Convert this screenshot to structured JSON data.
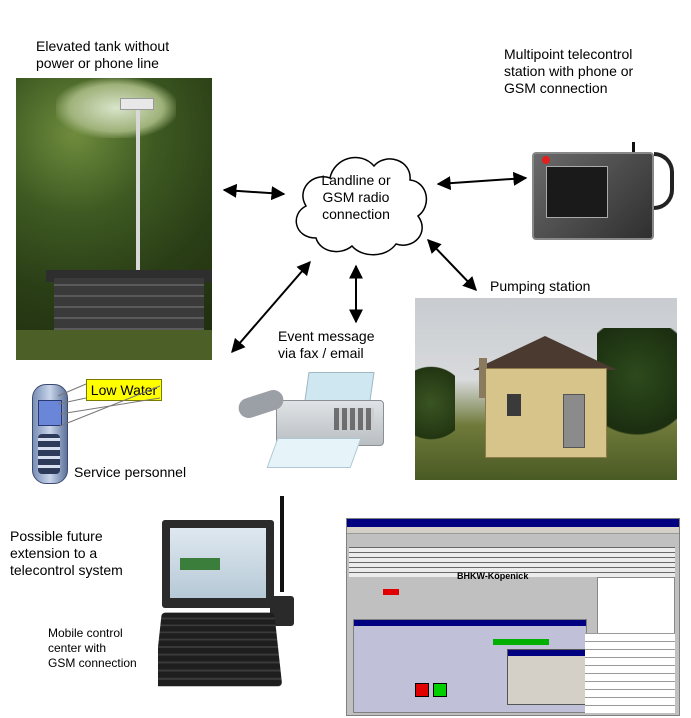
{
  "labels": {
    "elevated_tank": [
      "Elevated tank without",
      "power or phone line"
    ],
    "multipoint": [
      "Multipoint telecontrol",
      "station with phone or",
      "GSM connection"
    ],
    "cloud": [
      "Landline or",
      "GSM radio",
      "connection"
    ],
    "pumping_station": "Pumping station",
    "event_message": [
      "Event message",
      "via fax / email"
    ],
    "low_water": "Low Water",
    "service_personnel": "Service personnel",
    "future_extension": [
      "Possible future",
      "extension to a",
      "telecontrol system"
    ],
    "mobile_center": [
      "Mobile control",
      "center with",
      "GSM connection"
    ]
  },
  "scada": {
    "title": "BHKW-Köpenick"
  },
  "colors": {
    "low_water_bg": "#ffff00",
    "arrow": "#000000"
  }
}
